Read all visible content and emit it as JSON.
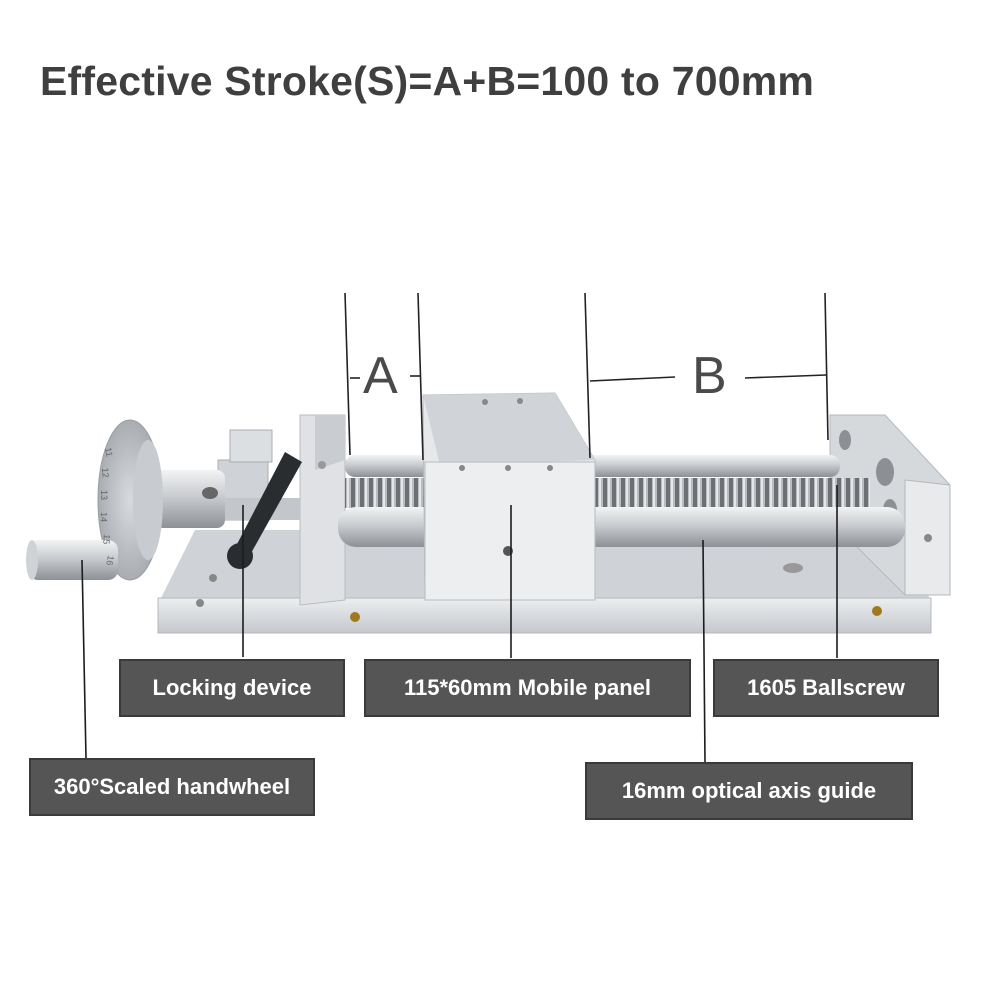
{
  "title": "Effective Stroke(S)=A+B=100 to 700mm",
  "dimensions": {
    "a": "A",
    "b": "B"
  },
  "labels": {
    "locking_device": "Locking device",
    "mobile_panel": "115*60mm Mobile panel",
    "ballscrew": "1605 Ballscrew",
    "handwheel": "360°Scaled handwheel",
    "guide": "16mm optical axis guide"
  },
  "handwheel_scale": [
    "11",
    "12",
    "13",
    "14",
    "15",
    "16"
  ],
  "colors": {
    "label_bg": "#555555",
    "label_text": "#ffffff",
    "title": "#3f3f3f",
    "aluminum": "#d9dcdf"
  }
}
